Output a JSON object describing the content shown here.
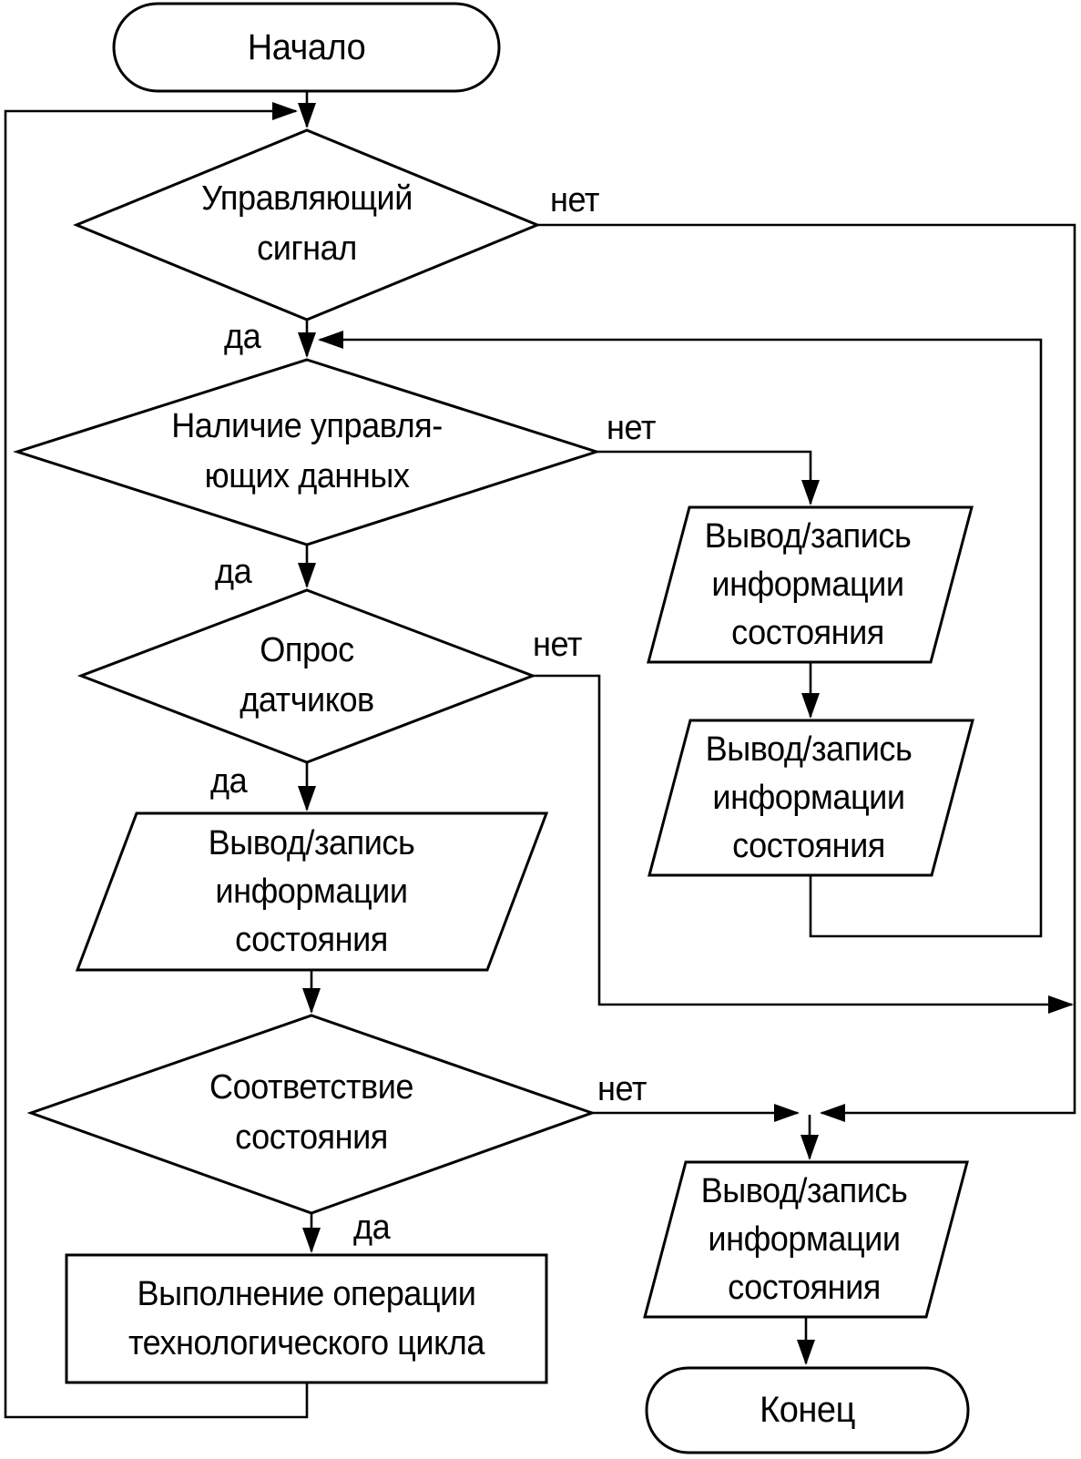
{
  "diagram_type": "flowchart",
  "nodes": {
    "start": "Начало",
    "decision_control_signal": "Управляющий\nсигнал",
    "decision_control_data": "Наличие управля-\nющих данных",
    "decision_sensor_poll": "Опрос\nдатчиков",
    "io_state_main": "Вывод/запись\nинформации\nсостояния",
    "decision_state_match": "Соответствие\nсостояния",
    "process_tech_cycle": "Выполнение операции\nтехнологического цикла",
    "io_state_right_1": "Вывод/запись\nинформации\nсостояния",
    "io_state_right_2": "Вывод/запись\nинформации\nсостояния",
    "io_state_final": "Вывод/запись\nинформации\nсостояния",
    "end": "Конец"
  },
  "labels": {
    "yes": "да",
    "no": "нет"
  },
  "colors": {
    "stroke": "#000000",
    "fill": "#ffffff",
    "background": "#ffffff"
  }
}
